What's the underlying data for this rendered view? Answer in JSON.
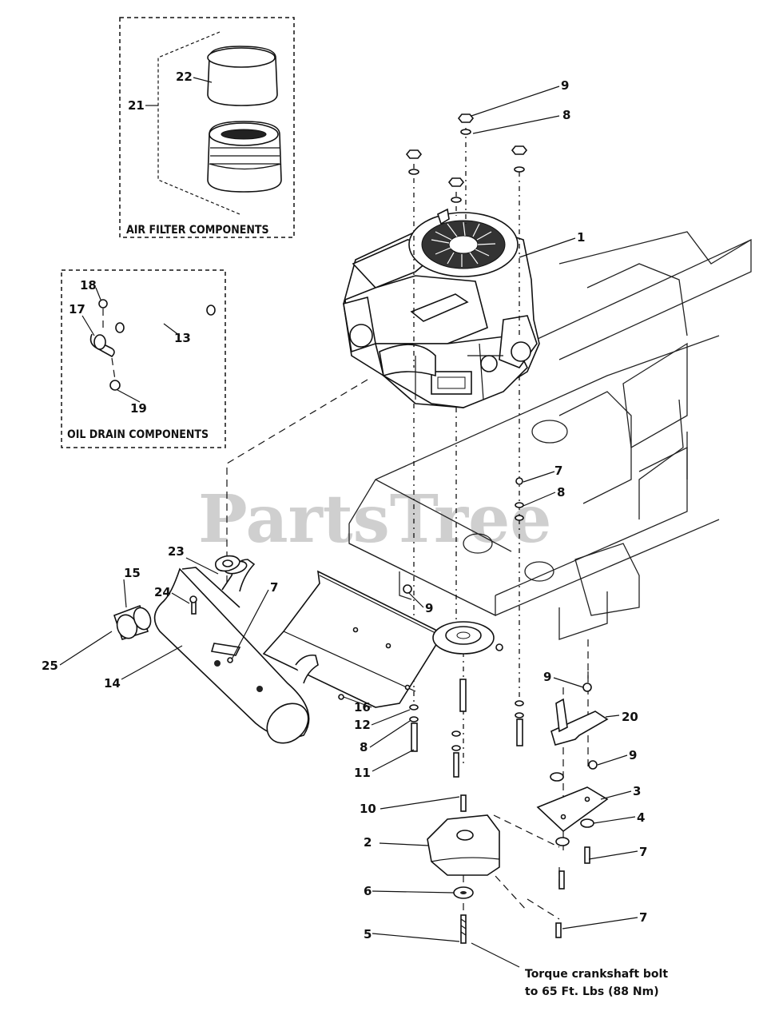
{
  "watermark": "PartsTree",
  "boxes": {
    "air_filter": "AIR FILTER COMPONENTS",
    "oil_drain": "OIL DRAIN COMPONENTS"
  },
  "note_lines": [
    "Torque crankshaft bolt",
    "to 65 Ft. Lbs (88 Nm)"
  ],
  "callouts": {
    "c1": "1",
    "c2": "2",
    "c3": "3",
    "c4": "4",
    "c5": "5",
    "c6": "6",
    "c7a": "7",
    "c7b": "7",
    "c7c": "7",
    "c7d": "7",
    "c8a": "8",
    "c8b": "8",
    "c8c": "8",
    "c9a": "9",
    "c9b": "9",
    "c9c": "9",
    "c9d": "9",
    "c10": "10",
    "c11": "11",
    "c12": "12",
    "c13": "13",
    "c14": "14",
    "c15": "15",
    "c16": "16",
    "c17": "17",
    "c18": "18",
    "c19": "19",
    "c20": "20",
    "c21": "21",
    "c22": "22",
    "c23": "23",
    "c24": "24",
    "c25": "25"
  }
}
